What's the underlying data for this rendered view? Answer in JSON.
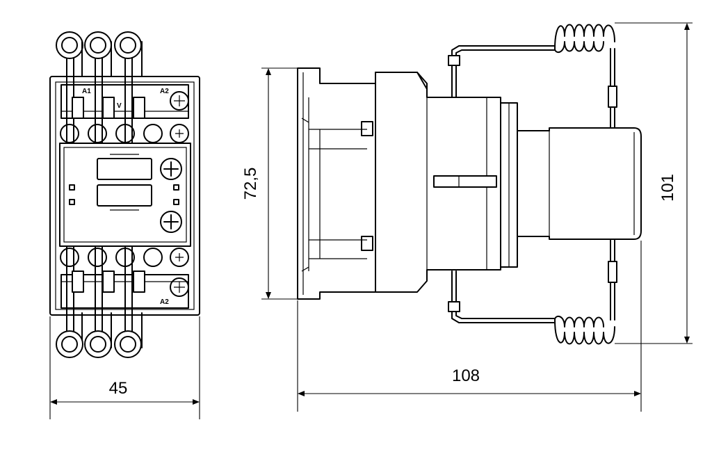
{
  "dimensions": {
    "width": "45",
    "height": "72,5",
    "depth": "108",
    "total_height": "101"
  },
  "terminal_labels": {
    "a1": "A1",
    "a2_top": "A2",
    "a2_bottom": "A2",
    "voltage": "V"
  }
}
